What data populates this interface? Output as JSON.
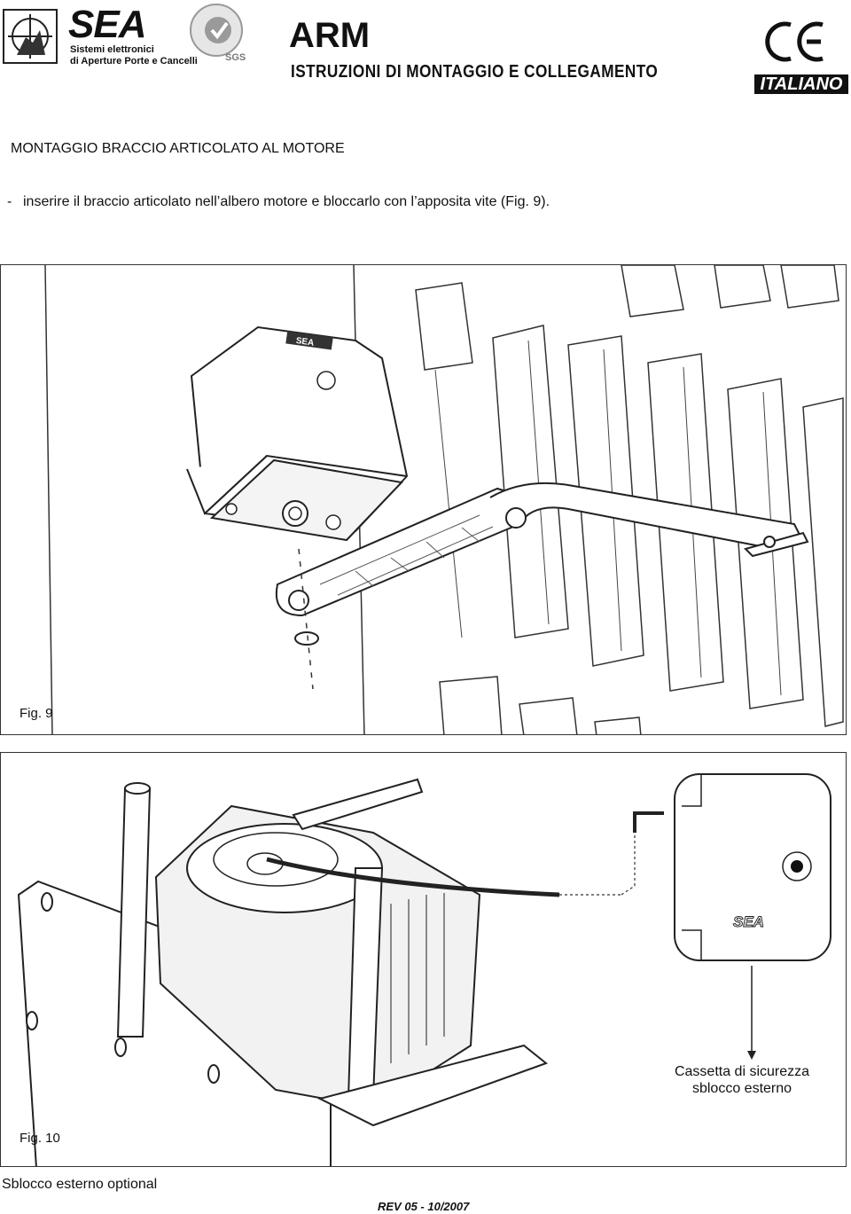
{
  "header": {
    "brand_name": "SEA",
    "brand_tagline_1": "Sistemi elettronici",
    "brand_tagline_2": "di Aperture Porte e Cancelli",
    "cert_label": "SGS",
    "title": "ARM",
    "subtitle": "ISTRUZIONI DI MONTAGGIO E COLLEGAMENTO",
    "ce_mark": "CE",
    "language": "ITALIANO"
  },
  "section": {
    "heading": "MONTAGGIO BRACCIO ARTICOLATO AL MOTORE",
    "bullet": "-",
    "instruction": "inserire il braccio articolato nell’albero motore e bloccarlo con l’apposita vite (Fig. 9)."
  },
  "fig9": {
    "label": "Fig. 9",
    "motor_brand": "SEA"
  },
  "fig10": {
    "label": "Fig. 10",
    "box_brand": "SEA",
    "box_caption_line1": "Cassetta di sicurezza",
    "box_caption_line2": "sblocco esterno"
  },
  "footer": {
    "caption": "Sblocco esterno optional",
    "revision": "REV 05 - 10/2007"
  }
}
